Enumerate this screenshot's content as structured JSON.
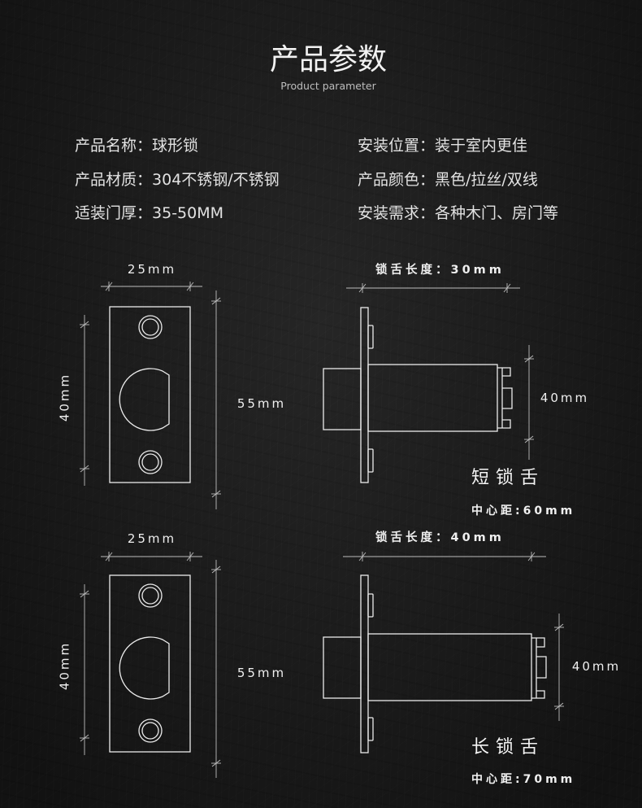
{
  "header": {
    "title": "产品参数",
    "subtitle": "Product parameter"
  },
  "specs": {
    "left": [
      {
        "label": "产品名称：",
        "value": "球形锁"
      },
      {
        "label": "产品材质：",
        "value": "304不锈钢/不锈钢"
      },
      {
        "label": "适装门厚：",
        "value": "35-50MM"
      }
    ],
    "right": [
      {
        "label": "安装位置：",
        "value": "装于室内更佳"
      },
      {
        "label": "产品颜色：",
        "value": "黑色/拉丝/双线"
      },
      {
        "label": "安装需求：",
        "value": "各种木门、房门等"
      }
    ]
  },
  "drawings": {
    "short": {
      "plate_width": "25mm",
      "hole_spacing": "40mm",
      "plate_height": "55mm",
      "tongue_length": "锁舌长度：30mm",
      "tongue_height": "40mm",
      "name": "短锁舌",
      "center_distance": "中心距:60mm"
    },
    "long": {
      "plate_width": "25mm",
      "hole_spacing": "40mm",
      "plate_height": "55mm",
      "tongue_length": "锁舌长度：40mm",
      "tongue_height": "40mm",
      "name": "长锁舌",
      "center_distance": "中心距:70mm"
    }
  },
  "colors": {
    "background": "#1c1c1c",
    "line": "#ebebeb",
    "text": "#e2e2e2"
  }
}
